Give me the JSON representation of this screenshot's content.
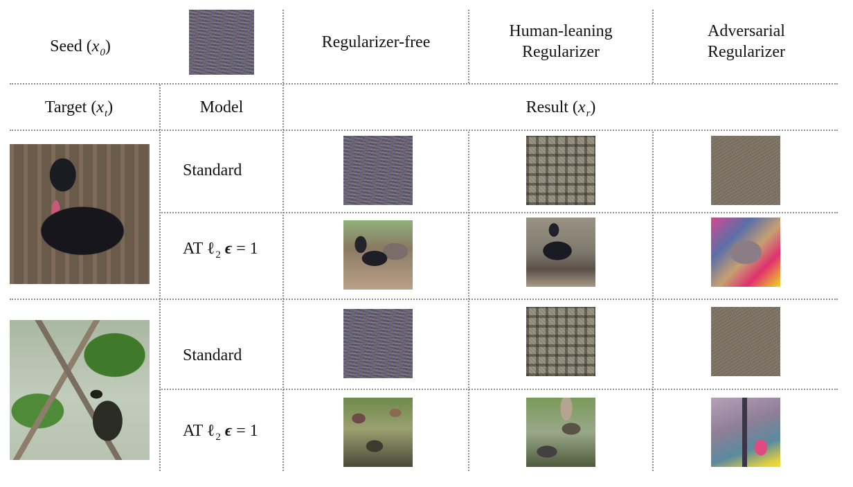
{
  "header": {
    "seed_label": "Seed (",
    "seed_var": "x",
    "seed_sub": "0",
    "seed_close": ")",
    "col_regularizer_free": "Regularizer-free",
    "col_human_line1": "Human-leaning",
    "col_human_line2": "Regularizer",
    "col_adv_line1": "Adversarial",
    "col_adv_line2": "Regularizer"
  },
  "subheader": {
    "target_label": "Target (",
    "target_var": "x",
    "target_sub": "t",
    "target_close": ")",
    "model_label": "Model",
    "result_label": "Result (",
    "result_var": "x",
    "result_sub": "r",
    "result_close": ")"
  },
  "rows": [
    {
      "target": "dog",
      "model": "Standard"
    },
    {
      "target": "dog",
      "model_prefix": "AT ℓ",
      "model_sub": "2",
      "model_eps": "ϵ",
      "model_suffix": " = 1"
    },
    {
      "target": "bird",
      "model": "Standard"
    },
    {
      "target": "bird",
      "model_prefix": "AT ℓ",
      "model_sub": "2",
      "model_eps": "ϵ",
      "model_suffix": " = 1"
    }
  ]
}
